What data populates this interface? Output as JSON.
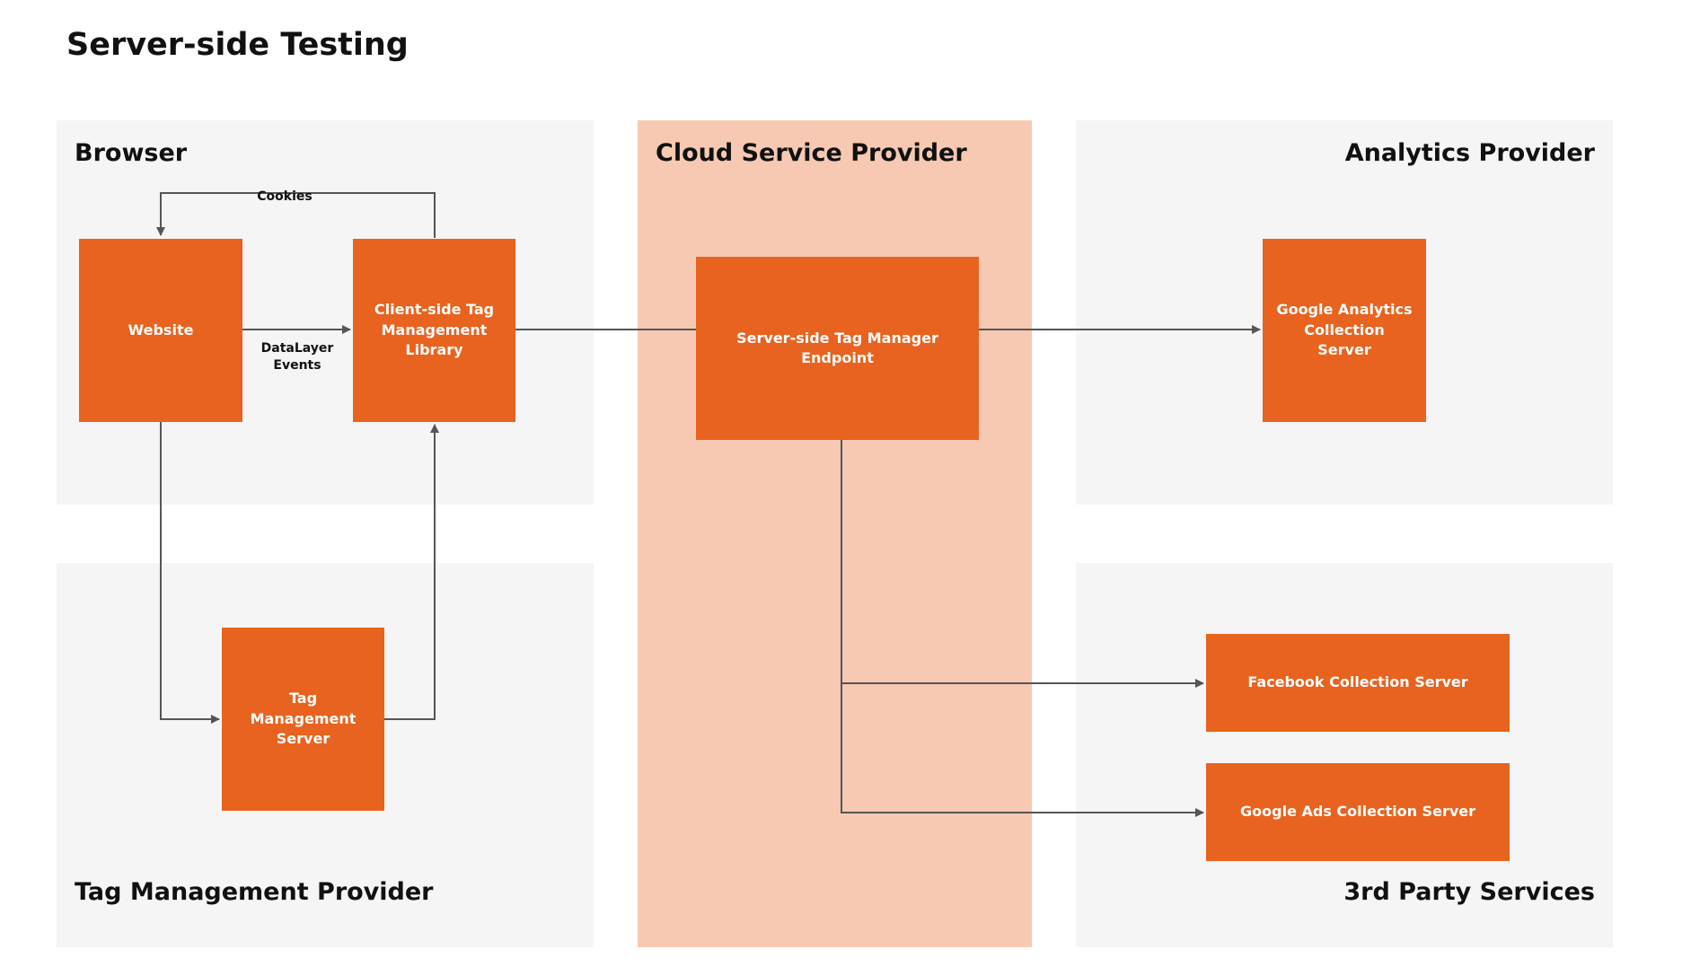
{
  "title": "Server-side Testing",
  "colors": {
    "node": "#e8631f",
    "region": "#f5f5f5",
    "highlight_region": "#f7c9b3",
    "edge": "#555555"
  },
  "regions": {
    "browser": "Browser",
    "cloud": "Cloud Service Provider",
    "analytics": "Analytics Provider",
    "tag_provider": "Tag Management Provider",
    "third_party": "3rd Party Services"
  },
  "nodes": {
    "website": "Website",
    "client_tag": "Client-side Tag\nManagement\nLibrary",
    "server_endpoint": "Server-side Tag Manager\nEndpoint",
    "google_analytics": "Google Analytics\nCollection Server",
    "tag_server": "Tag Management\nServer",
    "facebook": "Facebook Collection Server",
    "google_ads": "Google Ads Collection Server"
  },
  "edge_labels": {
    "cookies": "Cookies",
    "datalayer": "DataLayer\nEvents"
  }
}
